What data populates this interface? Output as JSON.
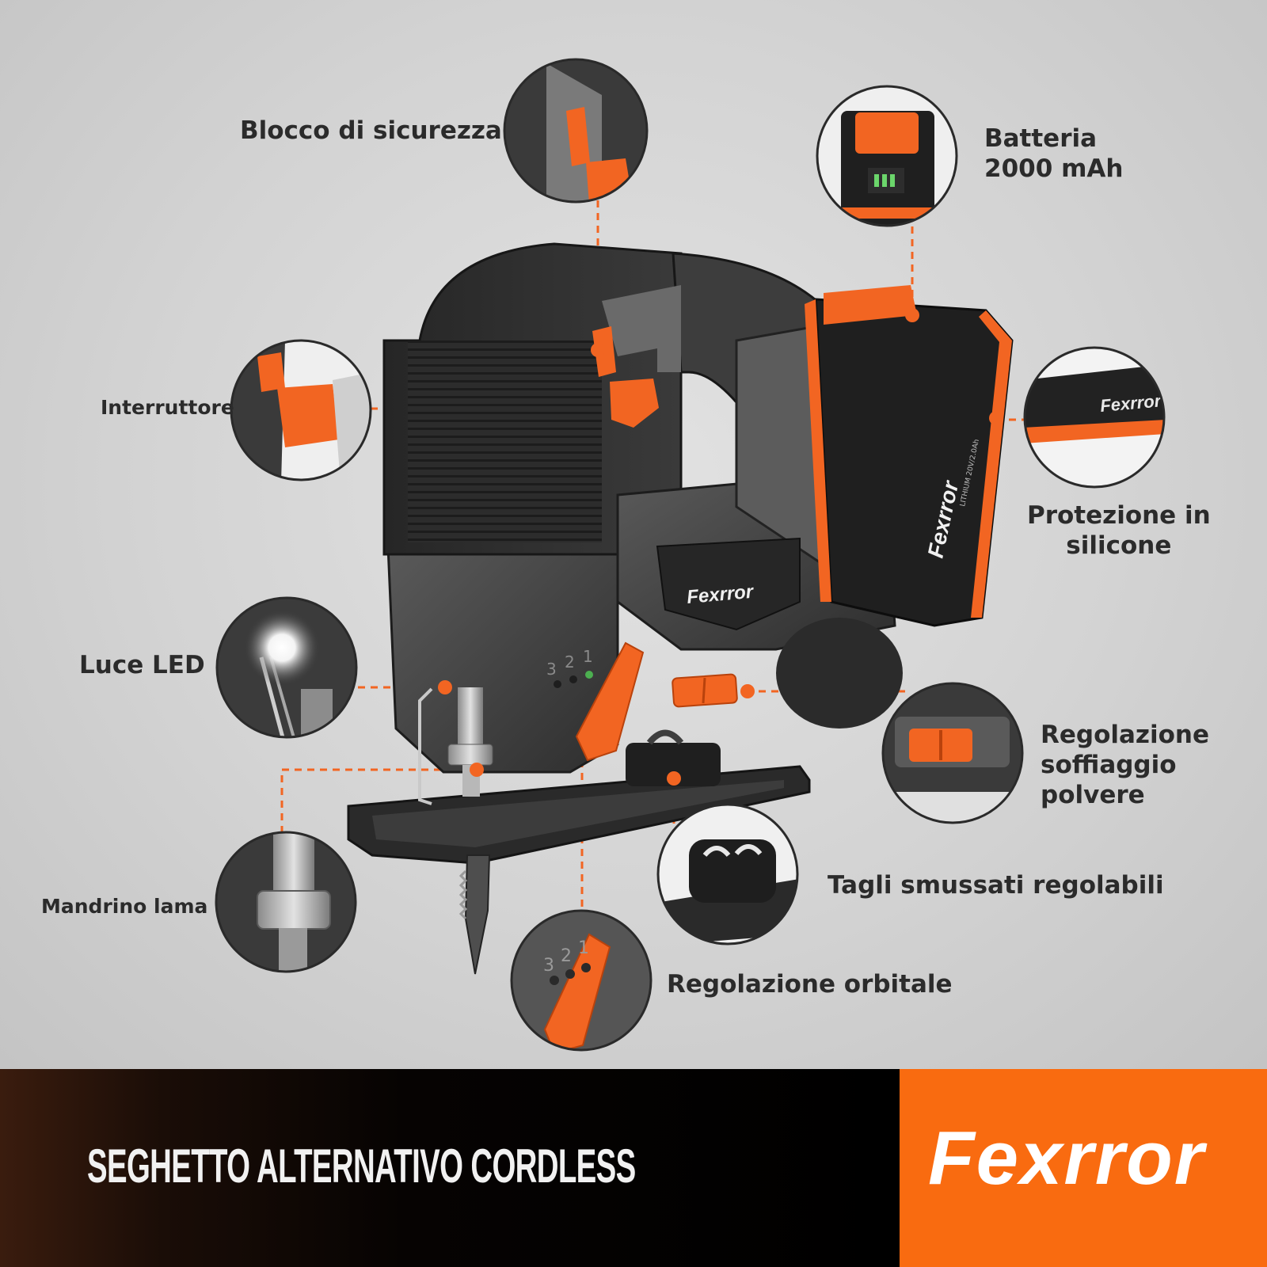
{
  "accent_color": "#f26522",
  "bar_accent_color": "#f96b10",
  "callouts": {
    "safety_lock": "Blocco di sicurezza",
    "battery": "Batteria\n2000 mAh",
    "trigger": "Interruttore",
    "silicone": "Protezione in\nsilicone",
    "led": "Luce LED",
    "dust_blower": "Regolazione\nsoffiaggio\npolvere",
    "blade_chuck": "Mandrino lama",
    "bevel": "Tagli smussati regolabili",
    "orbital": "Regolazione orbitale"
  },
  "product": {
    "brand_on_tool": "Fexrror",
    "battery_brand": "Fexrror",
    "battery_spec": "LITHIUM 20V/2.0Ah",
    "orbital_settings": [
      "3",
      "2",
      "1"
    ]
  },
  "footer": {
    "title": "SEGHETTO ALTERNATIVO CORDLESS",
    "brand": "Fexrror"
  }
}
